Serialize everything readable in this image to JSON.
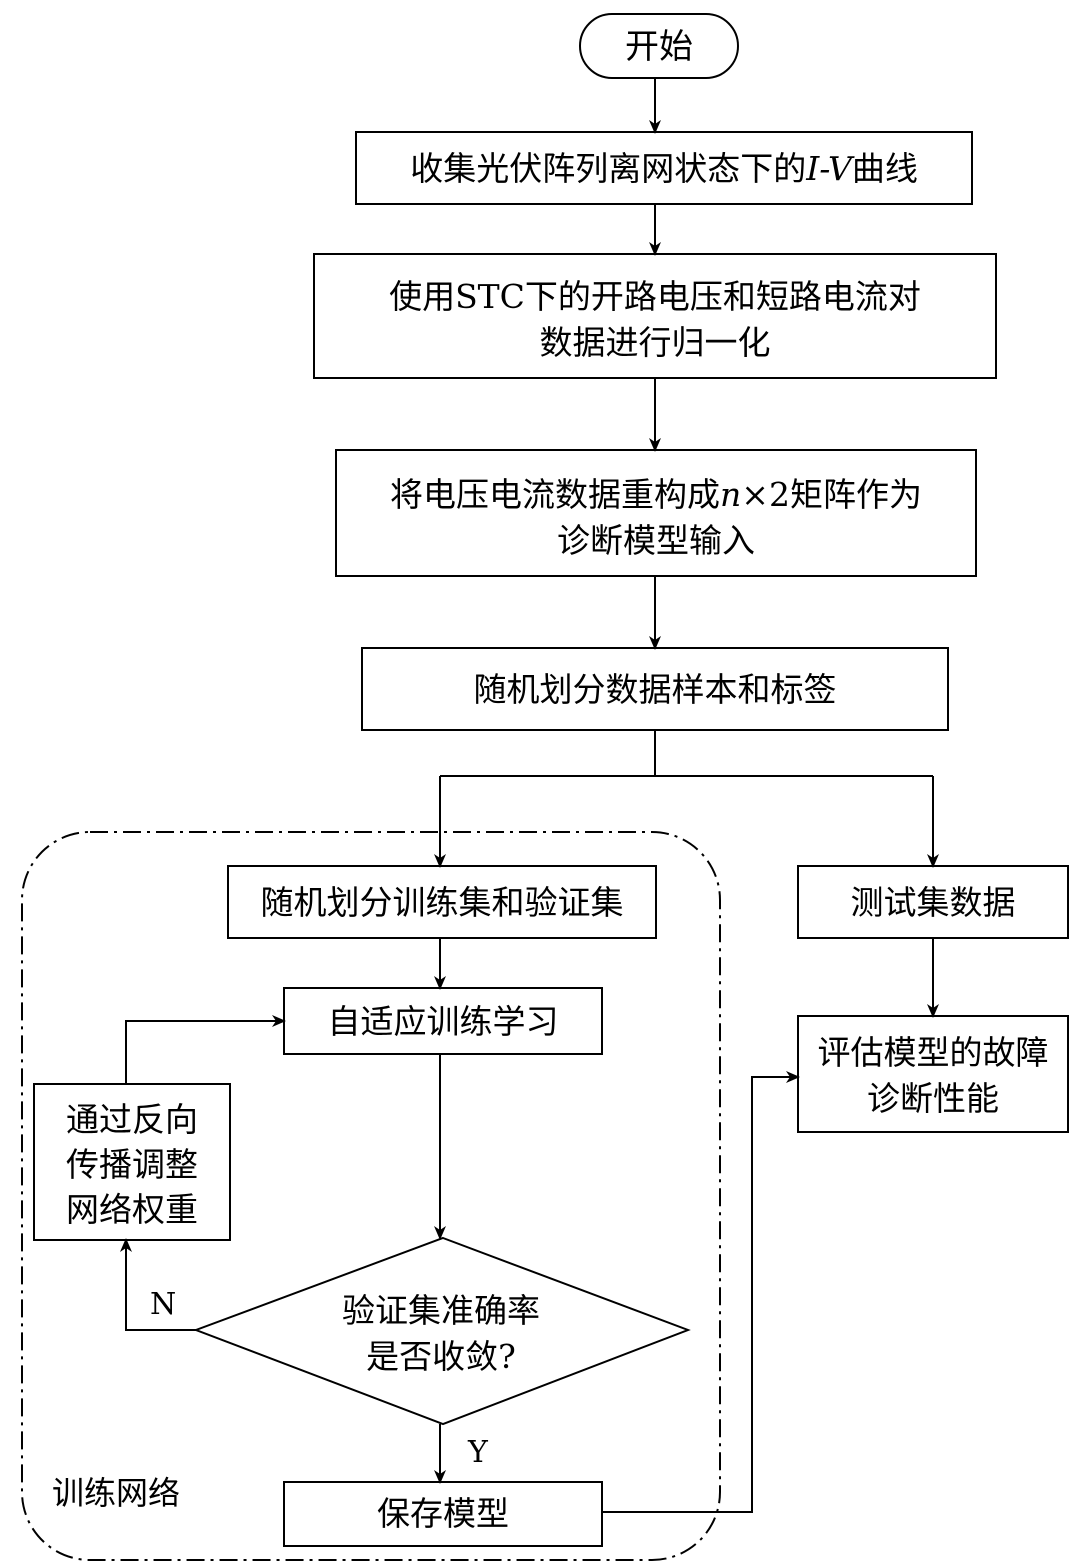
{
  "nodes": {
    "start": "开始",
    "collect_prefix": "收集光伏阵列离网状态下的",
    "collect_iv": "I-V",
    "collect_suffix": "曲线",
    "normalize_line1": "使用STC下的开路电压和短路电流对",
    "normalize_line2": "数据进行归一化",
    "reshape_prefix": "将电压电流数据重构成",
    "reshape_n": "n",
    "reshape_suffix": "×2矩阵作为",
    "reshape_line2": "诊断模型输入",
    "split_samples": "随机划分数据样本和标签",
    "split_train_val": "随机划分训练集和验证集",
    "test_data": "测试集数据",
    "adaptive_train": "自适应训练学习",
    "evaluate_line1": "评估模型的故障",
    "evaluate_line2": "诊断性能",
    "backprop_line1": "通过反向",
    "backprop_line2": "传播调整",
    "backprop_line3": "网络权重",
    "decision_line1": "验证集准确率",
    "decision_line2": "是否收敛?",
    "save_model": "保存模型"
  },
  "labels": {
    "no": "N",
    "yes": "Y",
    "group_title": "训练网络"
  }
}
